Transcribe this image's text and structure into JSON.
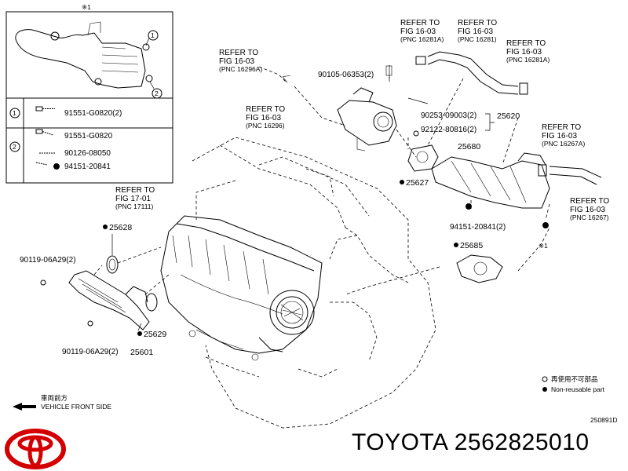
{
  "inset": {
    "note_top": "※1",
    "key_rows": [
      {
        "circle": "1",
        "items": [
          {
            "code": "91551-G0820(2)"
          }
        ]
      },
      {
        "circle": "2",
        "items": [
          {
            "code": "91551-G0820"
          },
          {
            "code": "90126-08050"
          },
          {
            "code": "94151-20841"
          }
        ]
      }
    ]
  },
  "refs": {
    "r1": {
      "l1": "REFER TO",
      "l2": "FIG 16-03",
      "l3": "(PNC 16296A)"
    },
    "r2": {
      "l1": "REFER TO",
      "l2": "FIG 16-03",
      "l3": "(PNC 16296)"
    },
    "r3": {
      "l1": "REFER TO",
      "l2": "FIG 16-03",
      "l3": "(PNC 16281A)"
    },
    "r4": {
      "l1": "REFER TO",
      "l2": "FIG 16-03",
      "l3": "(PNC 16281)"
    },
    "r5": {
      "l1": "REFER TO",
      "l2": "FIG 16-03",
      "l3": "(PNC 16281A)"
    },
    "r6": {
      "l1": "REFER TO",
      "l2": "FIG 16-03",
      "l3": "(PNC 16267A)"
    },
    "r7": {
      "l1": "REFER TO",
      "l2": "FIG 16-03",
      "l3": "(PNC 16267)"
    },
    "r8": {
      "l1": "REFER TO",
      "l2": "FIG 17-01",
      "l3": "(PNC 17111)"
    }
  },
  "parts": {
    "p90105": "90105-06353(2)",
    "p90253": "90253-09003(2)",
    "p92122": "92122-80816(2)",
    "p25620": "25620",
    "p25680": "25680",
    "p25627": "25627",
    "p94151": "94151-20841(2)",
    "p25685": "25685",
    "p25628": "25628",
    "p90119a": "90119-06A29(2)",
    "p90119b": "90119-06A29(2)",
    "p25629": "25629",
    "p25601": "25601",
    "note1": "※1"
  },
  "legend": {
    "jp": "再使用不可部品",
    "en": "Non-reusable part"
  },
  "direction": {
    "jp": "車両前方",
    "en": "VEHICLE FRONT SIDE"
  },
  "diagram_code": "250891D",
  "footer": {
    "brand_part": "TOYOTA 2562825010"
  }
}
